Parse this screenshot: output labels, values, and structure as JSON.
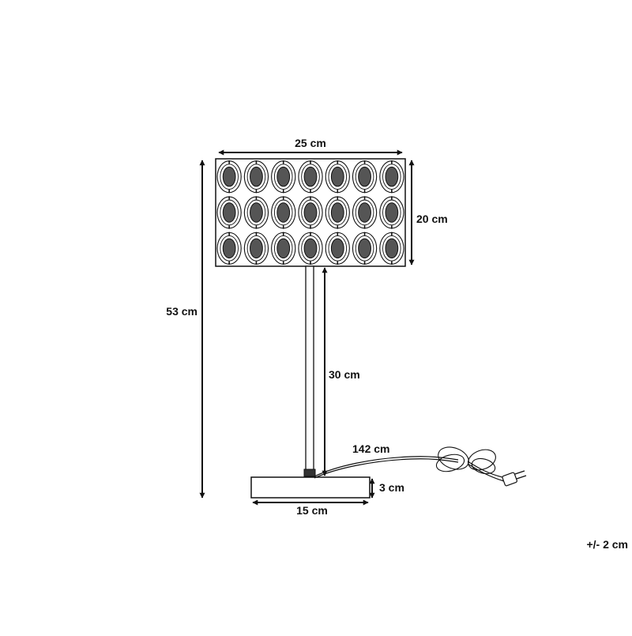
{
  "dimensions": {
    "shade_width": "25 cm",
    "shade_height": "20 cm",
    "total_height": "53 cm",
    "stem_height": "30 cm",
    "cable_length": "142 cm",
    "base_height": "3 cm",
    "base_width": "15 cm"
  },
  "tolerance": "+/- 2 cm",
  "pattern": {
    "rows": 3,
    "columns": 7
  },
  "colors": {
    "line": "#111111",
    "background": "#ffffff"
  }
}
